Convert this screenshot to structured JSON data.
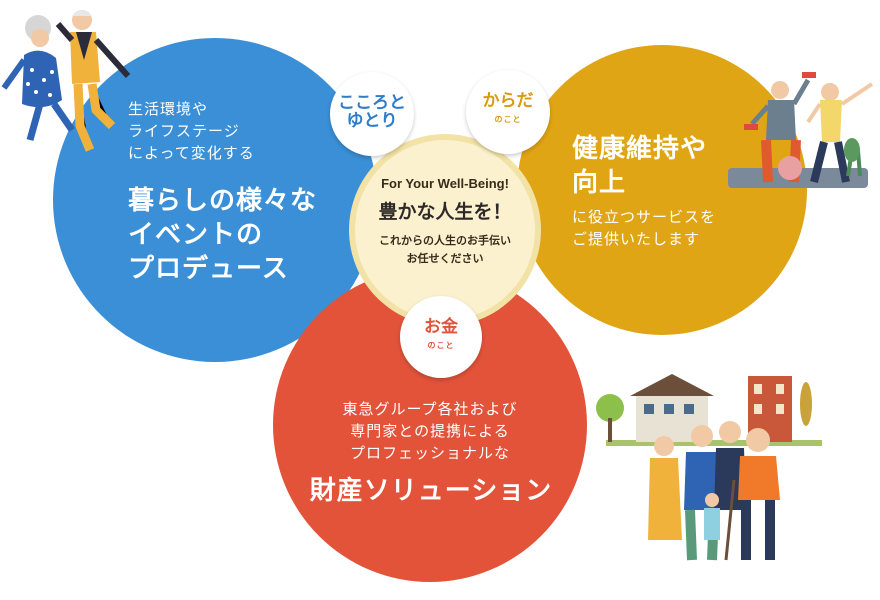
{
  "colors": {
    "life": "#3a8fd6",
    "body": "#e0a514",
    "money": "#e2533a",
    "center": "#fbf1cf",
    "center_ring": "#f2e2a6"
  },
  "life": {
    "badge_main_1": "こころと",
    "badge_main_2": "ゆとり",
    "lead": [
      "生活環境や",
      "ライフステージ",
      "によって変化する"
    ],
    "title": [
      "暮らしの様々な",
      "イベントの",
      "プロデュース"
    ]
  },
  "body_care": {
    "badge_main": "からだ",
    "badge_sub": "のこと",
    "title": [
      "健康維持や",
      "向上"
    ],
    "lead": [
      "に役立つサービスを",
      "ご提供いたします"
    ]
  },
  "money": {
    "badge_main": "お金",
    "badge_sub": "のこと",
    "lead": [
      "東急グループ各社および",
      "専門家との提携による",
      "プロフェッショナルな"
    ],
    "title": "財産ソリューション"
  },
  "center": {
    "tagline": "For Your Well-Being!",
    "title": "豊かな人生を！",
    "sub": [
      "これからの人生のお手伝い",
      "お任せください"
    ]
  }
}
